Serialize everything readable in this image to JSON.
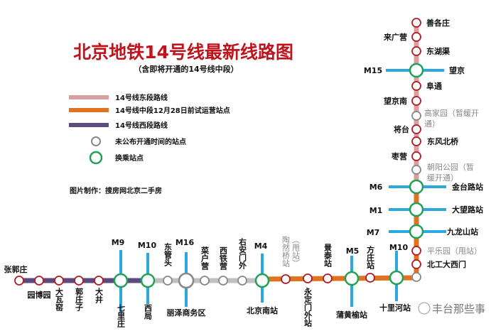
{
  "title": "北京地铁14号线最新线路图",
  "subtitle": "（含即将开通的14号线中段）",
  "legend": [
    {
      "label": "14号线东段路线",
      "kind": "line",
      "color": "#d9a0a0"
    },
    {
      "label": "14号线中段12月28日前试运营站点",
      "kind": "line",
      "color": "#e07322"
    },
    {
      "label": "14号线西段路线",
      "kind": "line",
      "color": "#5e4b7e"
    },
    {
      "label": "未公布开通时间的站点",
      "kind": "circle",
      "color": "#888888"
    },
    {
      "label": "换乘站点",
      "kind": "circle",
      "color": "#22a055"
    }
  ],
  "credit": "图片制作：搜房网北京二手房",
  "watermark": "丰台那些事",
  "colors": {
    "west": "#5e4b7e",
    "unopened": "#c0c0c0",
    "middle": "#e07322",
    "east": "#d9a0a0",
    "transfer_line": "#2aa8e0",
    "transfer_ring": "#22a055",
    "station_ring": "#b01c24",
    "gray_ring": "#888888",
    "title": "#c0141c"
  },
  "transfer_lines": [
    "M9",
    "M10",
    "M16",
    "M4",
    "M5",
    "M10",
    "M15",
    "M6",
    "M1",
    "M7"
  ],
  "stations": [
    {
      "name": "张郭庄",
      "type": "normal"
    },
    {
      "name": "园博园",
      "type": "normal"
    },
    {
      "name": "大瓦窑",
      "type": "normal"
    },
    {
      "name": "郭庄子",
      "type": "normal"
    },
    {
      "name": "大井",
      "type": "normal"
    },
    {
      "name": "七里庄",
      "type": "transfer"
    },
    {
      "name": "西局",
      "type": "transfer"
    },
    {
      "name": "东管头",
      "type": "unopened"
    },
    {
      "name": "丽泽商务区",
      "type": "unopened-transfer"
    },
    {
      "name": "菜户营",
      "type": "unopened"
    },
    {
      "name": "西铁营",
      "type": "unopened"
    },
    {
      "name": "右安门外",
      "type": "unopened"
    },
    {
      "name": "北京南站",
      "type": "transfer"
    },
    {
      "name": "陶然桥站",
      "note": "（甩站）",
      "type": "normal"
    },
    {
      "name": "永定门外站",
      "type": "normal"
    },
    {
      "name": "景泰站",
      "type": "normal"
    },
    {
      "name": "蒲黄榆站",
      "type": "transfer"
    },
    {
      "name": "方庄站",
      "type": "normal"
    },
    {
      "name": "十里河站",
      "type": "transfer"
    },
    {
      "name": "",
      "type": "unopened"
    },
    {
      "name": "北工大西门",
      "type": "normal"
    },
    {
      "name": "平乐园",
      "note": "（甩站）",
      "type": "normal"
    },
    {
      "name": "九龙山站",
      "type": "transfer"
    },
    {
      "name": "大望路站",
      "type": "transfer"
    },
    {
      "name": "金台路站",
      "type": "transfer"
    },
    {
      "name": "朝阳公园（暂",
      "note": "缓开通）",
      "type": "unopened"
    },
    {
      "name": "枣营",
      "type": "normal"
    },
    {
      "name": "东风北桥",
      "type": "normal"
    },
    {
      "name": "将台",
      "type": "normal"
    },
    {
      "name": "高家园（暂缓开",
      "note": "通）",
      "type": "unopened"
    },
    {
      "name": "望京南",
      "type": "normal"
    },
    {
      "name": "阜通",
      "type": "normal"
    },
    {
      "name": "望京",
      "type": "transfer"
    },
    {
      "name": "东湖渠",
      "type": "normal"
    },
    {
      "name": "来广营",
      "type": "normal"
    },
    {
      "name": "善各庄",
      "type": "normal"
    }
  ]
}
